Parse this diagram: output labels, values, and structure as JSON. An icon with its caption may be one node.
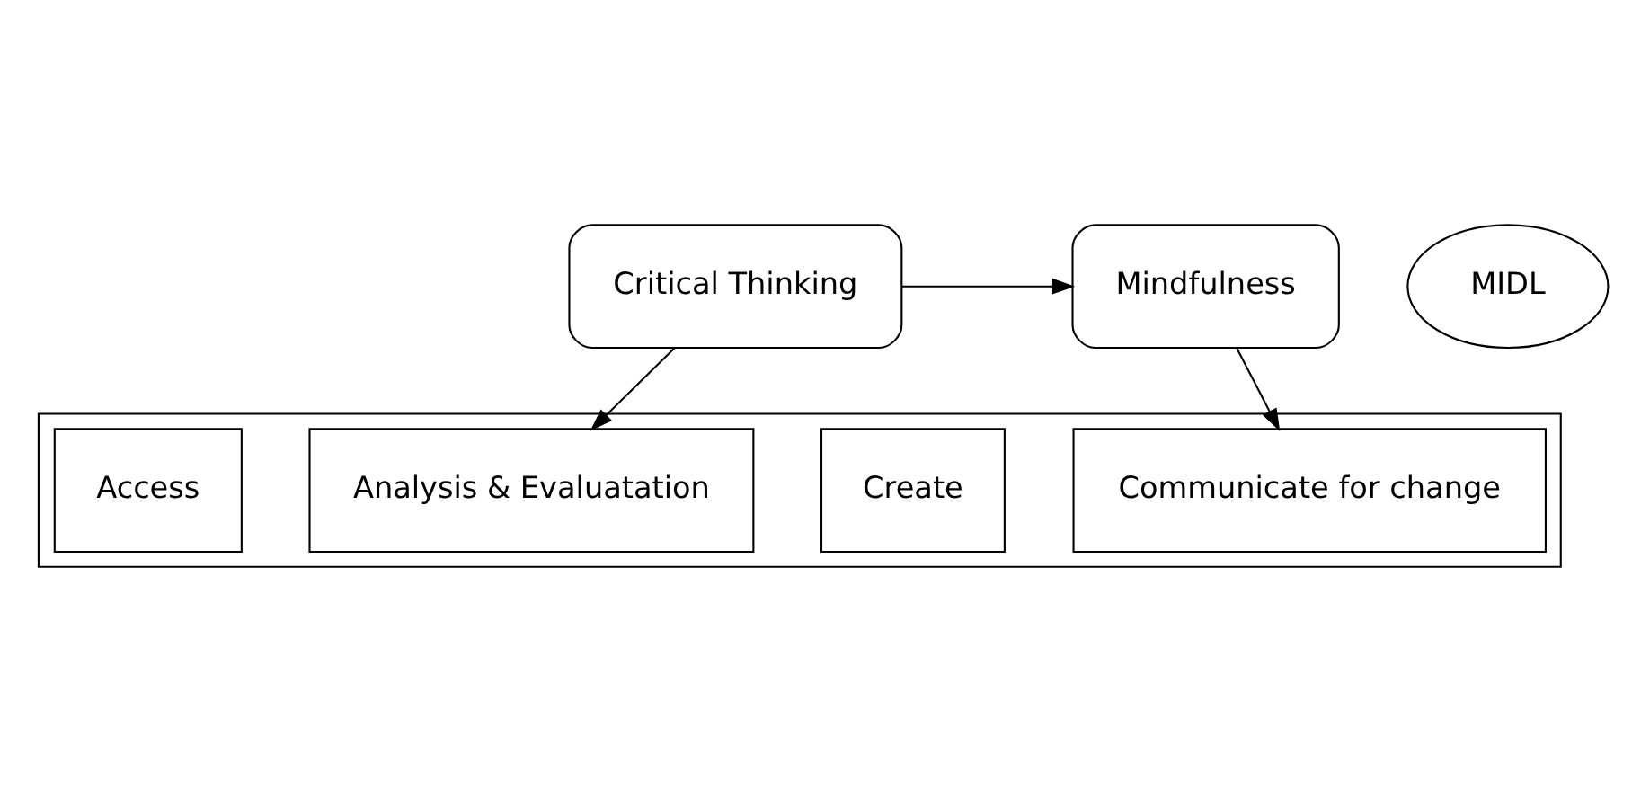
{
  "diagram": {
    "nodes": [
      {
        "text": [
          "Critical Thinking"
        ]
      },
      {
        "text": [
          "Mindfulness"
        ]
      },
      {
        "text": [
          "MIDL"
        ]
      },
      {
        "text": [],
        "shape": "box"
      },
      {
        "text": [
          "Access"
        ],
        "in": 3
      },
      {
        "text": [
          "Analysis & Evaluatation"
        ],
        "in": 3
      },
      {
        "text": [
          "Create"
        ],
        "in": 3
      },
      {
        "text": [
          "Communicate for change"
        ],
        "in": 3
      }
    ],
    "edges": [
      {
        "from": 0,
        "to": 1,
        "arrow": "to"
      },
      {
        "from": 0,
        "to": 5,
        "arrow": "to"
      },
      {
        "from": 1,
        "to": 7,
        "arrow": "to"
      }
    ]
  }
}
